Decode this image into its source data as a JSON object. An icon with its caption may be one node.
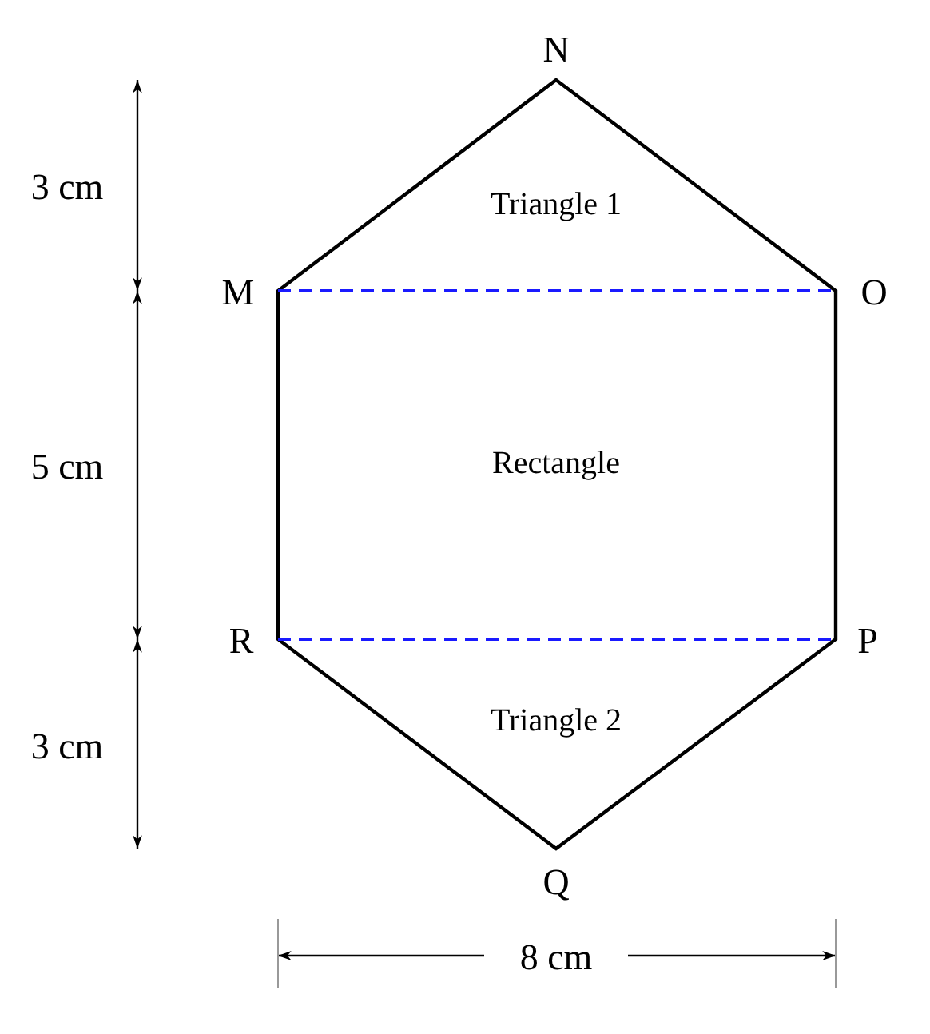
{
  "diagram": {
    "labels": [
      "N",
      "M",
      "O",
      "R",
      "P",
      "Q",
      "Triangle 1",
      "Rectangle",
      "Triangle 2",
      "3 cm",
      "5 cm",
      "3 cm",
      "8 cm"
    ]
  }
}
